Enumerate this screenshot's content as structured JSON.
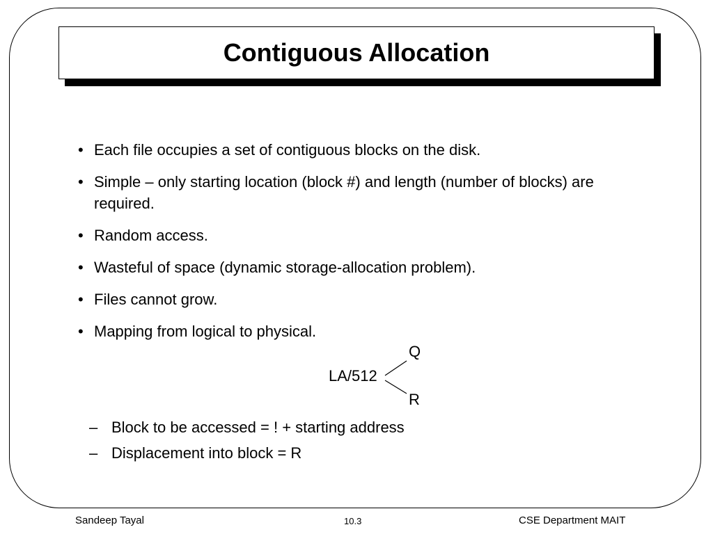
{
  "slide": {
    "title": "Contiguous Allocation",
    "bullets": [
      "Each file occupies a set of contiguous blocks on the disk.",
      "Simple – only starting location (block #) and length (number of blocks) are required.",
      "Random access.",
      "Wasteful of space (dynamic storage-allocation problem).",
      "Files cannot grow.",
      "Mapping from logical to physical."
    ],
    "diagram": {
      "dividend": "LA/512",
      "quotient": "Q",
      "remainder": "R"
    },
    "sub_bullets": [
      "Block to be accessed = ! + starting address",
      "Displacement into block = R"
    ],
    "bullet_symbol": "•",
    "sub_bullet_symbol": "–"
  },
  "footer": {
    "author": "Sandeep Tayal",
    "page": "10.3",
    "department": "CSE Department MAIT"
  }
}
